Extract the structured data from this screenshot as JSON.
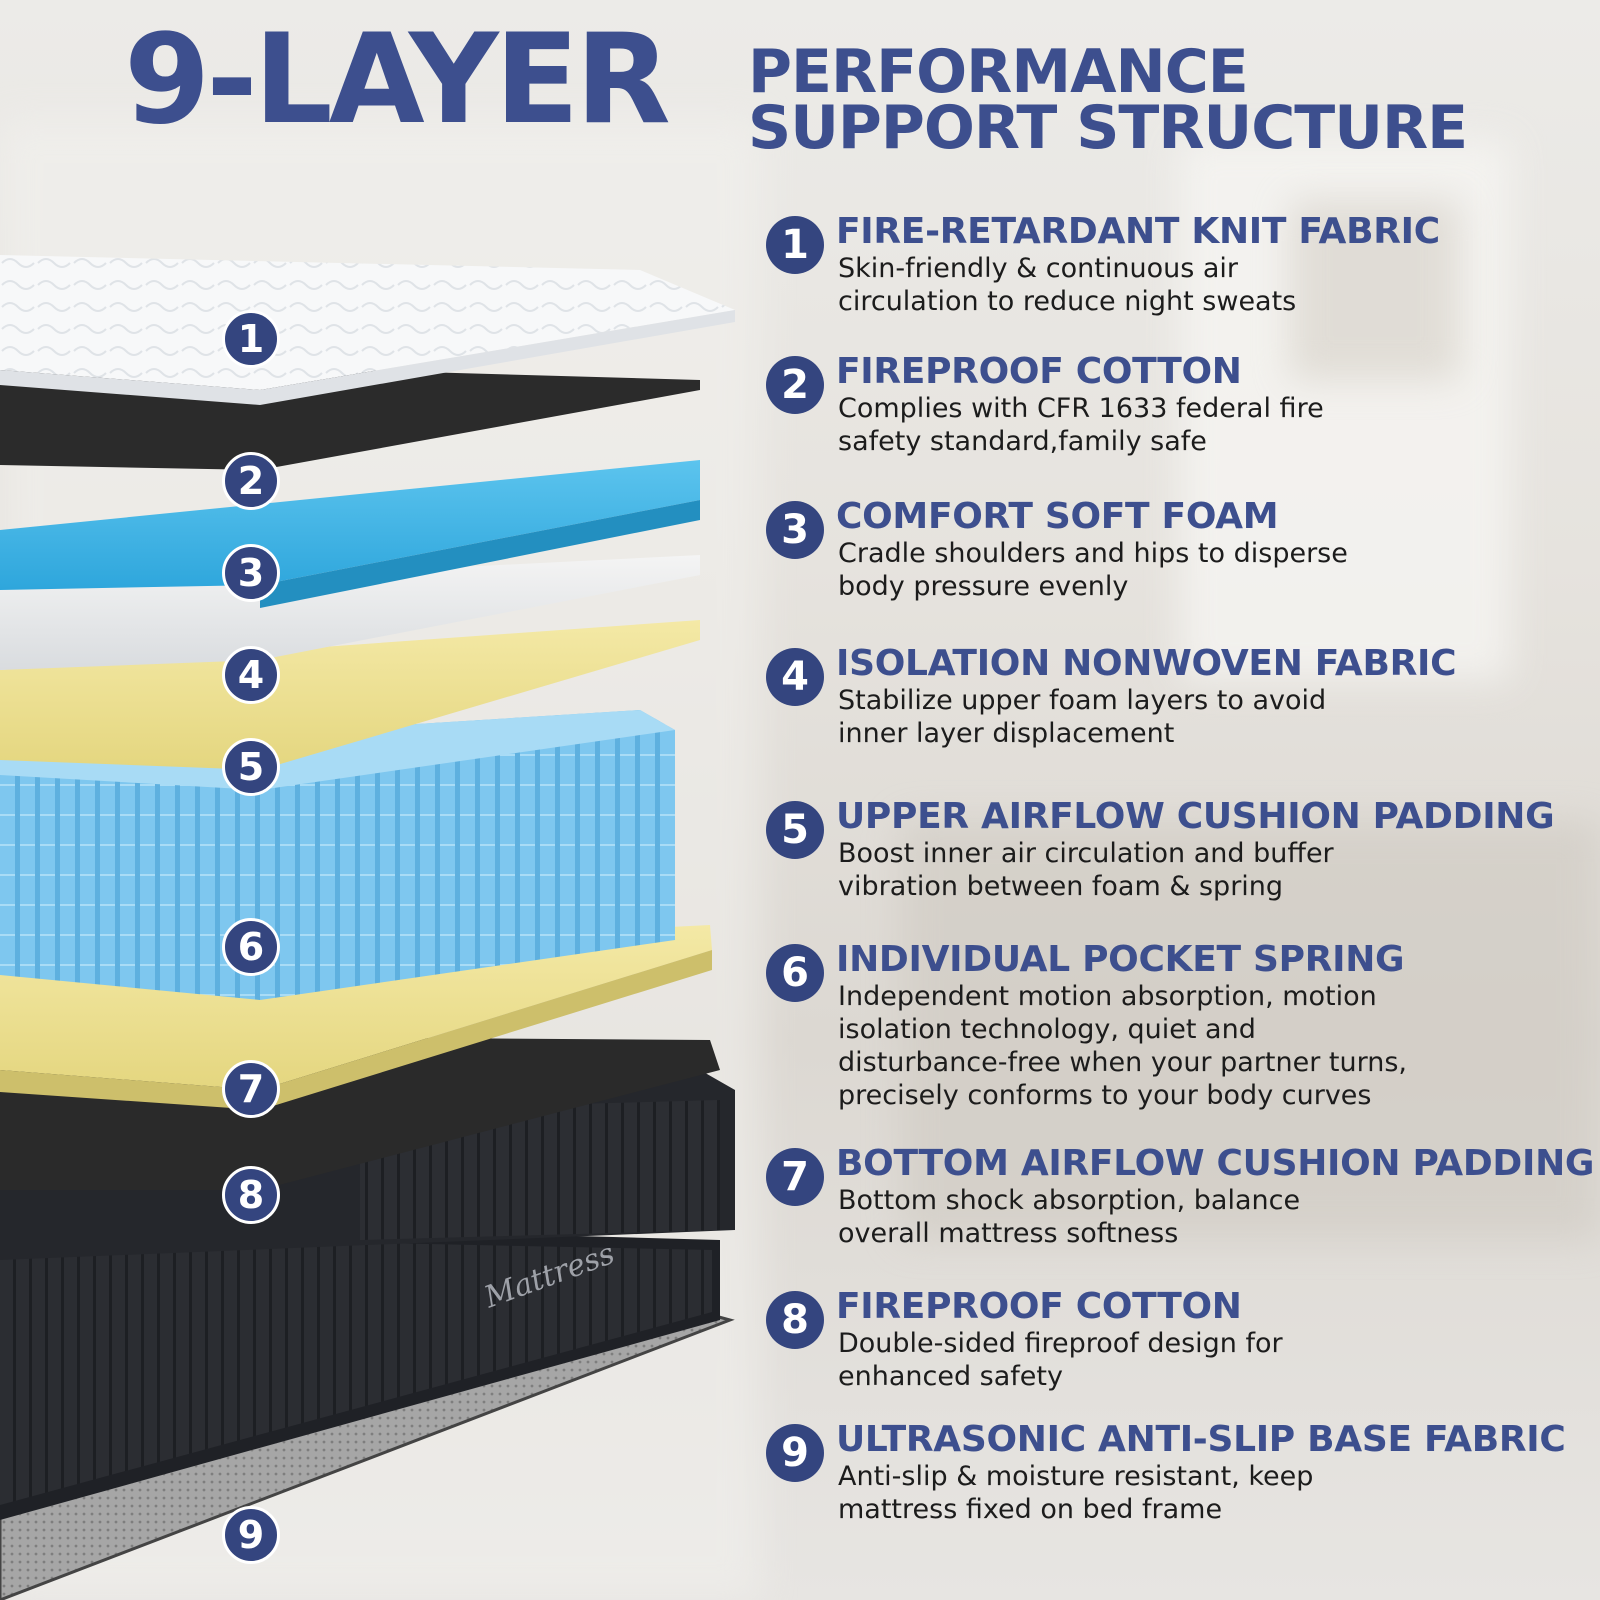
{
  "headline": {
    "big": "9-LAYER",
    "line1": "PERFORMANCE",
    "line2": "SUPPORT STRUCTURE"
  },
  "colors": {
    "title_blue": "#3d4f8e",
    "badge_blue": "#34457f",
    "text_dark": "#1c1c1c",
    "foam_blue": "#45b6e4",
    "spring_blue": "#7ec7ef",
    "yellow_foam": "#eee198",
    "black_fabric": "#2a2a2a"
  },
  "mattress_brand": "Mattress",
  "stack_badges": [
    "1",
    "2",
    "3",
    "4",
    "5",
    "6",
    "7",
    "8",
    "9"
  ],
  "features": [
    {
      "num": "1",
      "title": "FIRE-RETARDANT KNIT FABRIC",
      "lines": [
        "Skin-friendly & continuous air",
        "circulation to reduce night sweats"
      ]
    },
    {
      "num": "2",
      "title": "FIREPROOF COTTON",
      "lines": [
        "Complies with CFR 1633 federal fire",
        "safety standard,family safe"
      ]
    },
    {
      "num": "3",
      "title": "COMFORT SOFT FOAM",
      "lines": [
        "Cradle shoulders and hips to disperse",
        "body pressure evenly"
      ]
    },
    {
      "num": "4",
      "title": "ISOLATION NONWOVEN FABRIC",
      "lines": [
        "Stabilize upper foam layers to avoid",
        "inner layer displacement"
      ]
    },
    {
      "num": "5",
      "title": "UPPER AIRFLOW CUSHION PADDING",
      "lines": [
        "Boost inner air circulation and buffer",
        "vibration between foam & spring"
      ]
    },
    {
      "num": "6",
      "title": "INDIVIDUAL POCKET SPRING",
      "lines": [
        "Independent motion absorption, motion",
        "isolation technology, quiet and",
        "disturbance-free when your partner turns,",
        "precisely conforms to your body curves"
      ]
    },
    {
      "num": "7",
      "title": "BOTTOM AIRFLOW CUSHION PADDING",
      "lines": [
        "Bottom shock absorption, balance",
        "overall mattress softness"
      ]
    },
    {
      "num": "8",
      "title": "FIREPROOF COTTON",
      "lines": [
        "Double-sided fireproof design for",
        "enhanced safety"
      ]
    },
    {
      "num": "9",
      "title": "ULTRASONIC ANTI-SLIP BASE FABRIC",
      "lines": [
        "Anti-slip & moisture resistant, keep",
        "mattress fixed on bed frame"
      ]
    }
  ]
}
